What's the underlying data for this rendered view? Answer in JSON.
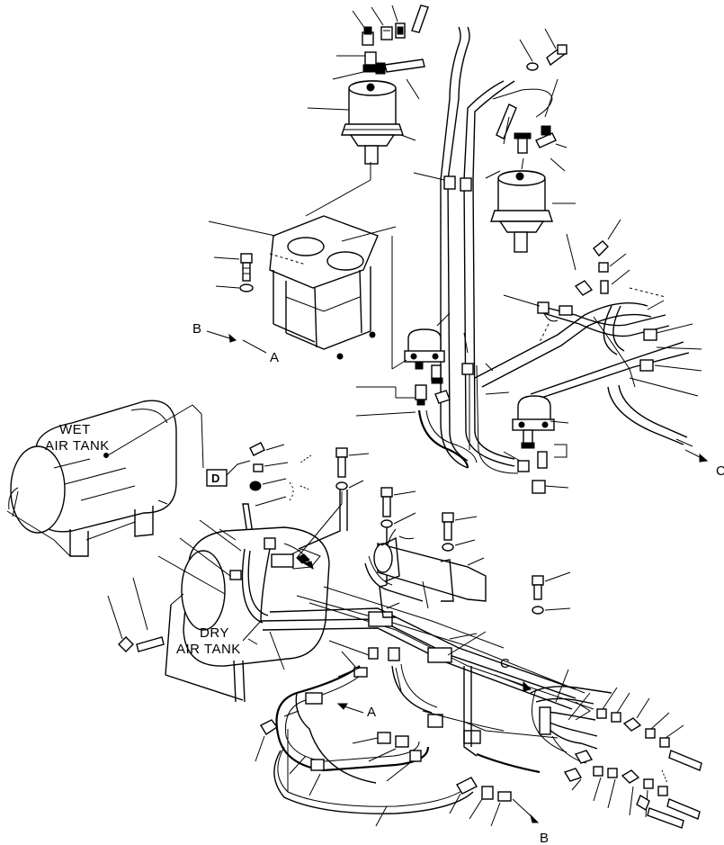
{
  "labels": {
    "wet_tank_line1": "WET",
    "wet_tank_line2": "AIR TANK",
    "dry_tank_line1": "DRY",
    "dry_tank_line2": "AIR TANK",
    "ref_a_top": "A",
    "ref_b_top": "B",
    "ref_c_right": "C",
    "ref_c_mid": "C",
    "ref_a_bottom": "A",
    "ref_b_bottom": "B",
    "valve_block_mark": "D"
  }
}
